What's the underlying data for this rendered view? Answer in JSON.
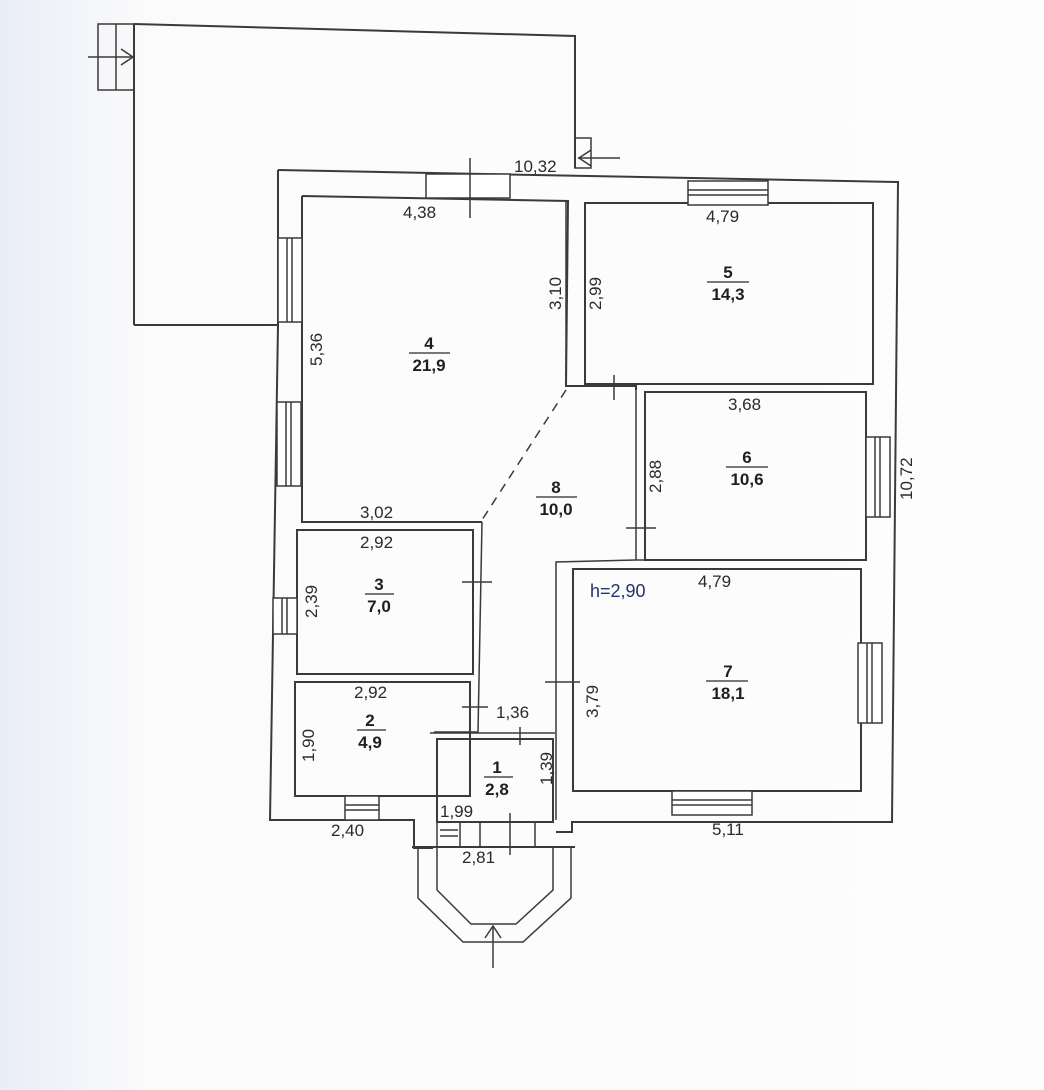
{
  "plan": {
    "ceiling_height": "h=2,90",
    "overall_dimensions": {
      "width_top": "10,32",
      "height_right": "10,72"
    },
    "rooms": [
      {
        "number": "1",
        "area": "2,8",
        "dims": {
          "right": "1,39",
          "bottom": "1,99",
          "top": "1,36"
        }
      },
      {
        "number": "2",
        "area": "4,9",
        "dims": {
          "top": "2,92",
          "left": "1,90",
          "bottom": "2,40"
        }
      },
      {
        "number": "3",
        "area": "7,0",
        "dims": {
          "top": "2,92",
          "left": "2,39"
        }
      },
      {
        "number": "4",
        "area": "21,9",
        "dims": {
          "top": "4,38",
          "left": "5,36",
          "right": "3,10",
          "bottom": "3,02"
        }
      },
      {
        "number": "5",
        "area": "14,3",
        "dims": {
          "top": "4,79",
          "left": "2,99"
        }
      },
      {
        "number": "6",
        "area": "10,6",
        "dims": {
          "top": "3,68",
          "left": "2,88"
        }
      },
      {
        "number": "7",
        "area": "18,1",
        "dims": {
          "top": "4,79",
          "left": "3,79",
          "bottom": "5,11"
        }
      },
      {
        "number": "8",
        "area": "10,0",
        "dims": {}
      }
    ],
    "porch": {
      "width": "2,81"
    }
  }
}
